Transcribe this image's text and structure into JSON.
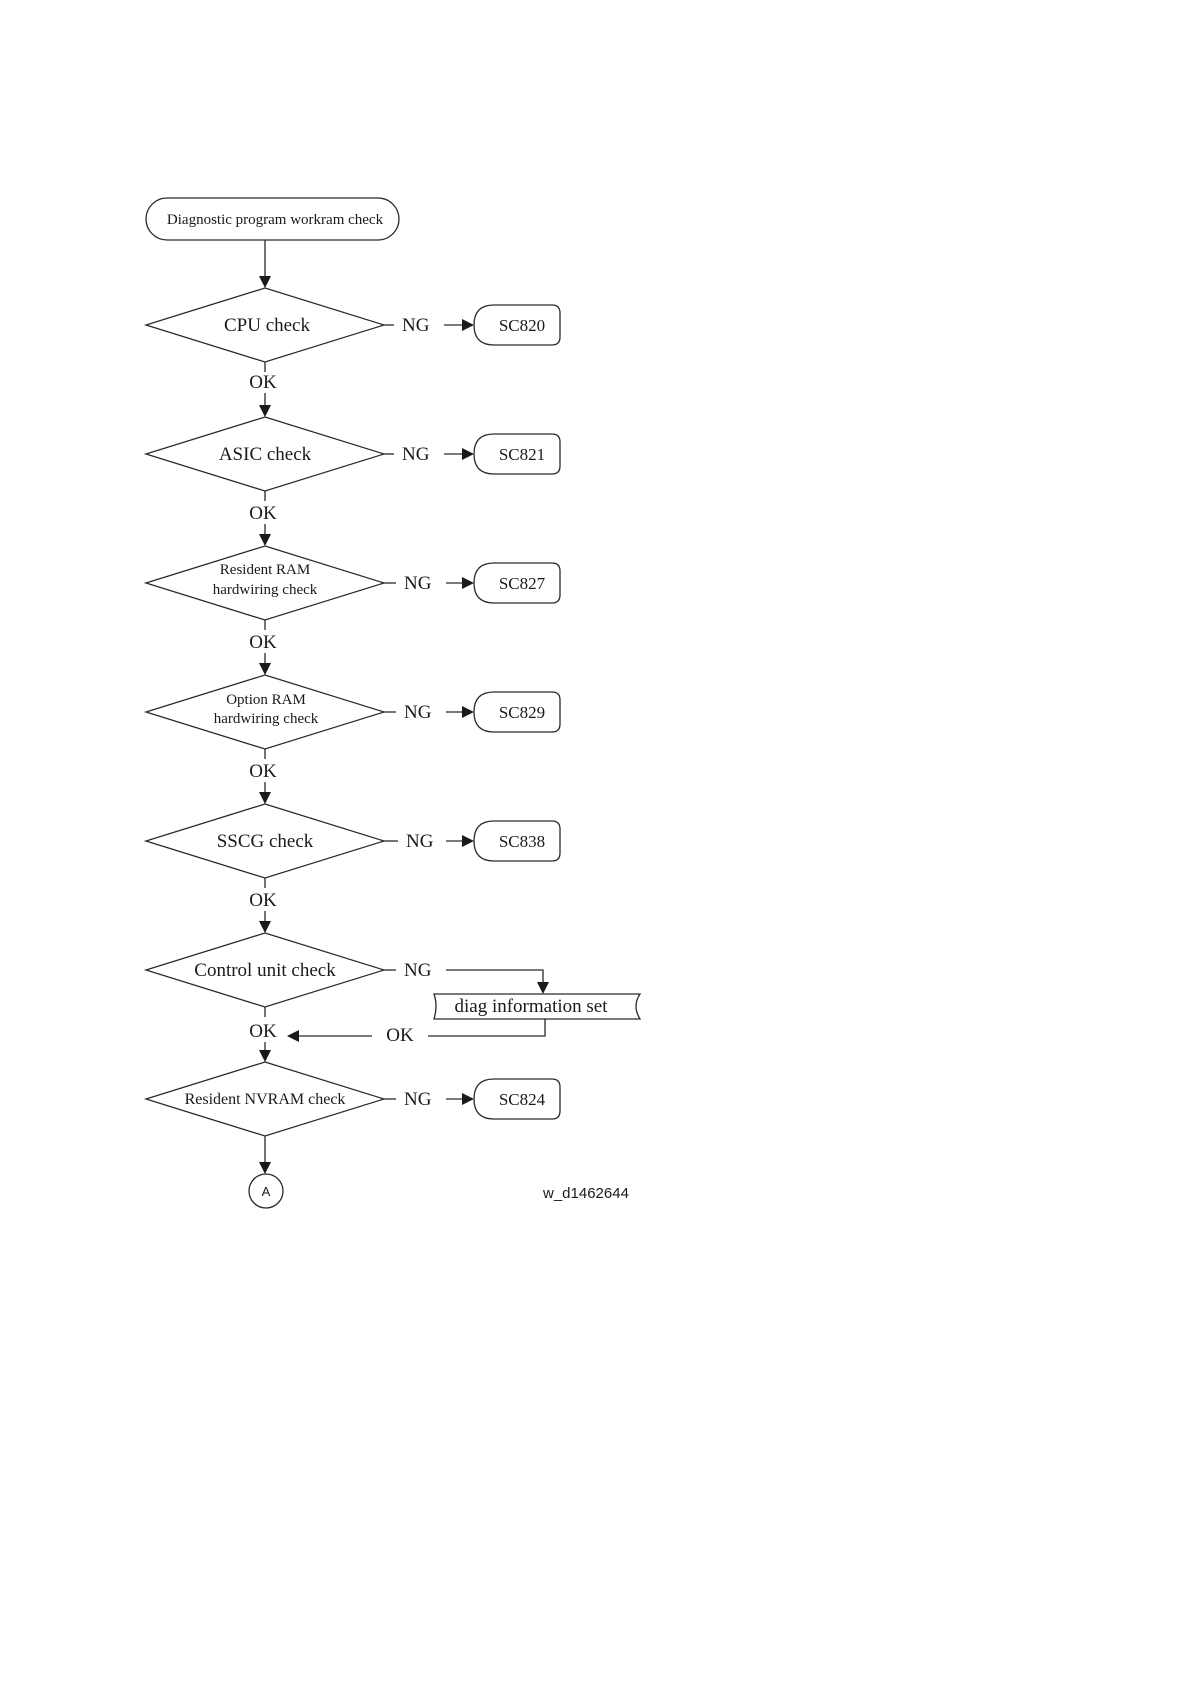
{
  "flowchart": {
    "start": "Diagnostic program workram check",
    "steps": [
      {
        "lines": [
          "CPU check"
        ],
        "ng_label": "NG",
        "ok_label": "OK",
        "sc_code": "SC820"
      },
      {
        "lines": [
          "ASIC check"
        ],
        "ng_label": "NG",
        "ok_label": "OK",
        "sc_code": "SC821"
      },
      {
        "lines": [
          "Resident RAM",
          "hardwiring check"
        ],
        "ng_label": "NG",
        "ok_label": "OK",
        "sc_code": "SC827"
      },
      {
        "lines": [
          "Option RAM",
          "hardwiring check"
        ],
        "ng_label": "NG",
        "ok_label": "OK",
        "sc_code": "SC829"
      },
      {
        "lines": [
          "SSCG check"
        ],
        "ng_label": "NG",
        "ok_label": "OK",
        "sc_code": "SC838"
      },
      {
        "lines": [
          "Control unit check"
        ],
        "ng_label": "NG",
        "ok_label": "OK",
        "process": "diag information set",
        "return_label": "OK"
      },
      {
        "lines": [
          "Resident NVRAM check"
        ],
        "ng_label": "NG",
        "sc_code": "SC824"
      }
    ],
    "connector": "A",
    "figure_id": "w_d1462644"
  }
}
